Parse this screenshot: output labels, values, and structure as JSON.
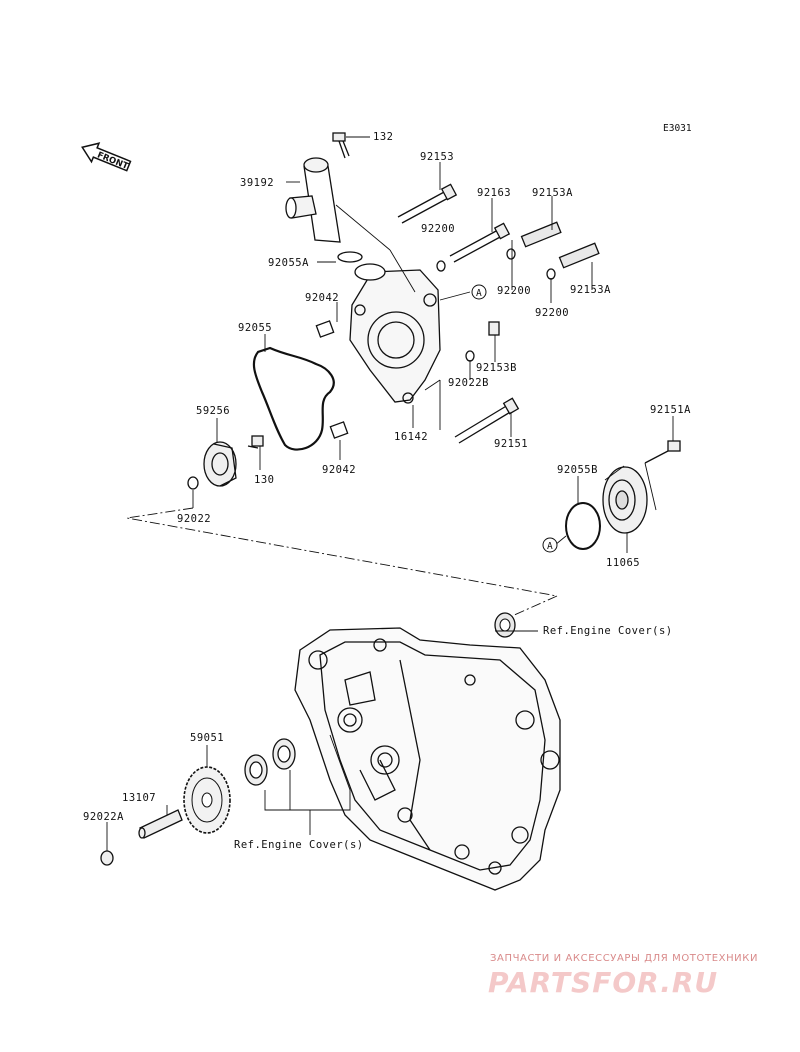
{
  "diagram": {
    "code": "E3031",
    "front_label": "FRONT",
    "callout_marker": "A",
    "ref_upper": "Ref.Engine Cover(s)",
    "ref_lower": "Ref.Engine Cover(s)",
    "parts": {
      "p132": "132",
      "p39192": "39192",
      "p92153": "92153",
      "p92163": "92163",
      "p92153A_1": "92153A",
      "p92200_1": "92200",
      "p92200_2": "92200",
      "p92200_3": "92200",
      "p92153A_2": "92153A",
      "p92055A": "92055A",
      "p92042_1": "92042",
      "p92055": "92055",
      "p92153B": "92153B",
      "p92022B": "92022B",
      "p59256": "59256",
      "p16142": "16142",
      "p92151": "92151",
      "p92151A": "92151A",
      "p130": "130",
      "p92042_2": "92042",
      "p92055B": "92055B",
      "p92022": "92022",
      "p11065": "11065",
      "p59051": "59051",
      "p13107": "13107",
      "p92022A": "92022A"
    }
  },
  "watermark": {
    "tagline": "ЗАПЧАСТИ И АКСЕССУАРЫ ДЛЯ МОТОТЕХНИКИ",
    "logo": "PARTSFOR.RU"
  }
}
